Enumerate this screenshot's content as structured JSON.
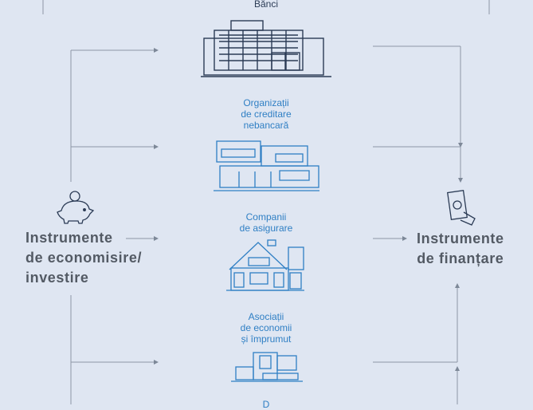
{
  "institutions": [
    {
      "id": "banks",
      "label": "Bănci"
    },
    {
      "id": "non-bank-credit",
      "label": "Organizații\nde creditare\nnebancară"
    },
    {
      "id": "insurance",
      "label": "Companii\nde asigurare"
    },
    {
      "id": "savings-loan",
      "label": "Asociații\nde economii\nși împrumut"
    },
    {
      "id": "cut-off",
      "label": "D"
    }
  ],
  "left_node": {
    "label": "Instrumente\nde economisire/\ninvestire",
    "icon": "piggy-bank-icon"
  },
  "right_node": {
    "label": "Instrumente\nde finanțare",
    "icon": "money-hand-icon"
  },
  "colors": {
    "background": "#dfe6f2",
    "dark": "#2b3b55",
    "blue": "#2f7fc4",
    "line": "#8d97a6",
    "text": "#535a64"
  }
}
